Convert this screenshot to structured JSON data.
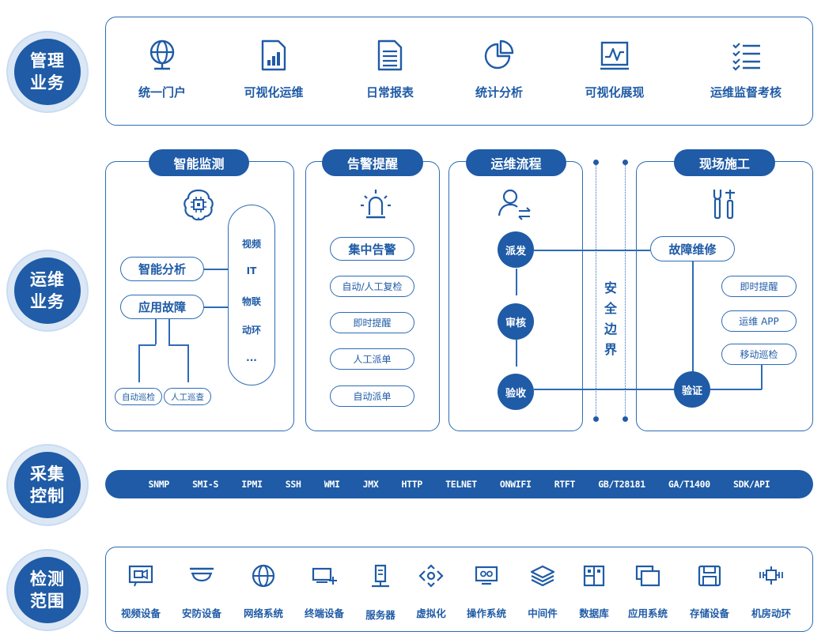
{
  "rows": {
    "management": {
      "label_l1": "管理",
      "label_l2": "业务"
    },
    "ops": {
      "label_l1": "运维",
      "label_l2": "业务"
    },
    "collect": {
      "label_l1": "采集",
      "label_l2": "控制"
    },
    "detect": {
      "label_l1": "检测",
      "label_l2": "范围"
    }
  },
  "management_items": [
    {
      "label": "统一门户",
      "icon": "globe-monitor-icon"
    },
    {
      "label": "可视化运维",
      "icon": "bar-chart-document-icon"
    },
    {
      "label": "日常报表",
      "icon": "report-document-icon"
    },
    {
      "label": "统计分析",
      "icon": "pie-chart-icon"
    },
    {
      "label": "可视化展现",
      "icon": "line-chart-icon"
    },
    {
      "label": "运维监督考核",
      "icon": "checklist-icon"
    }
  ],
  "smart_monitor": {
    "title": "智能监测",
    "analysis": "智能分析",
    "fault": "应用故障",
    "auto_patrol": "自动巡检",
    "manual_patrol": "人工巡查",
    "list": [
      "视频",
      "IT",
      "物联",
      "动环",
      "..."
    ]
  },
  "alarm": {
    "title": "告警提醒",
    "items": [
      "集中告警",
      "自动/人工复检",
      "即时提醒",
      "人工派单",
      "自动派单"
    ]
  },
  "flow": {
    "title": "运维流程",
    "nodes": [
      "派发",
      "审核",
      "验收"
    ]
  },
  "boundary": {
    "chars": [
      "安",
      "全",
      "边",
      "界"
    ]
  },
  "onsite": {
    "title": "现场施工",
    "repair": "故障维修",
    "options": [
      "即时提醒",
      "运维 APP",
      "移动巡检"
    ],
    "verify": "验证"
  },
  "protocols": [
    "SNMP",
    "SMI-S",
    "IPMI",
    "SSH",
    "WMI",
    "JMX",
    "HTTP",
    "TELNET",
    "ONWIFI",
    "RTFT",
    "GB/T28181",
    "GA/T1400",
    "SDK/API"
  ],
  "devices": [
    {
      "label": "视频设备",
      "icon": "video-device-icon"
    },
    {
      "label": "安防设备",
      "icon": "security-camera-icon"
    },
    {
      "label": "网络系统",
      "icon": "network-globe-icon"
    },
    {
      "label": "终端设备",
      "icon": "terminal-device-icon"
    },
    {
      "label": "服务器",
      "icon": "server-icon"
    },
    {
      "label": "虚拟化",
      "icon": "virtualization-icon"
    },
    {
      "label": "操作系统",
      "icon": "operating-system-icon"
    },
    {
      "label": "中间件",
      "icon": "middleware-layers-icon"
    },
    {
      "label": "数据库",
      "icon": "database-icon"
    },
    {
      "label": "应用系统",
      "icon": "application-windows-icon"
    },
    {
      "label": "存储设备",
      "icon": "storage-disk-icon"
    },
    {
      "label": "机房动环",
      "icon": "datacenter-environment-icon"
    }
  ],
  "colors": {
    "primary": "#1f5ba6",
    "ring": "#dbe7f5",
    "border": "#2d6bb5"
  }
}
